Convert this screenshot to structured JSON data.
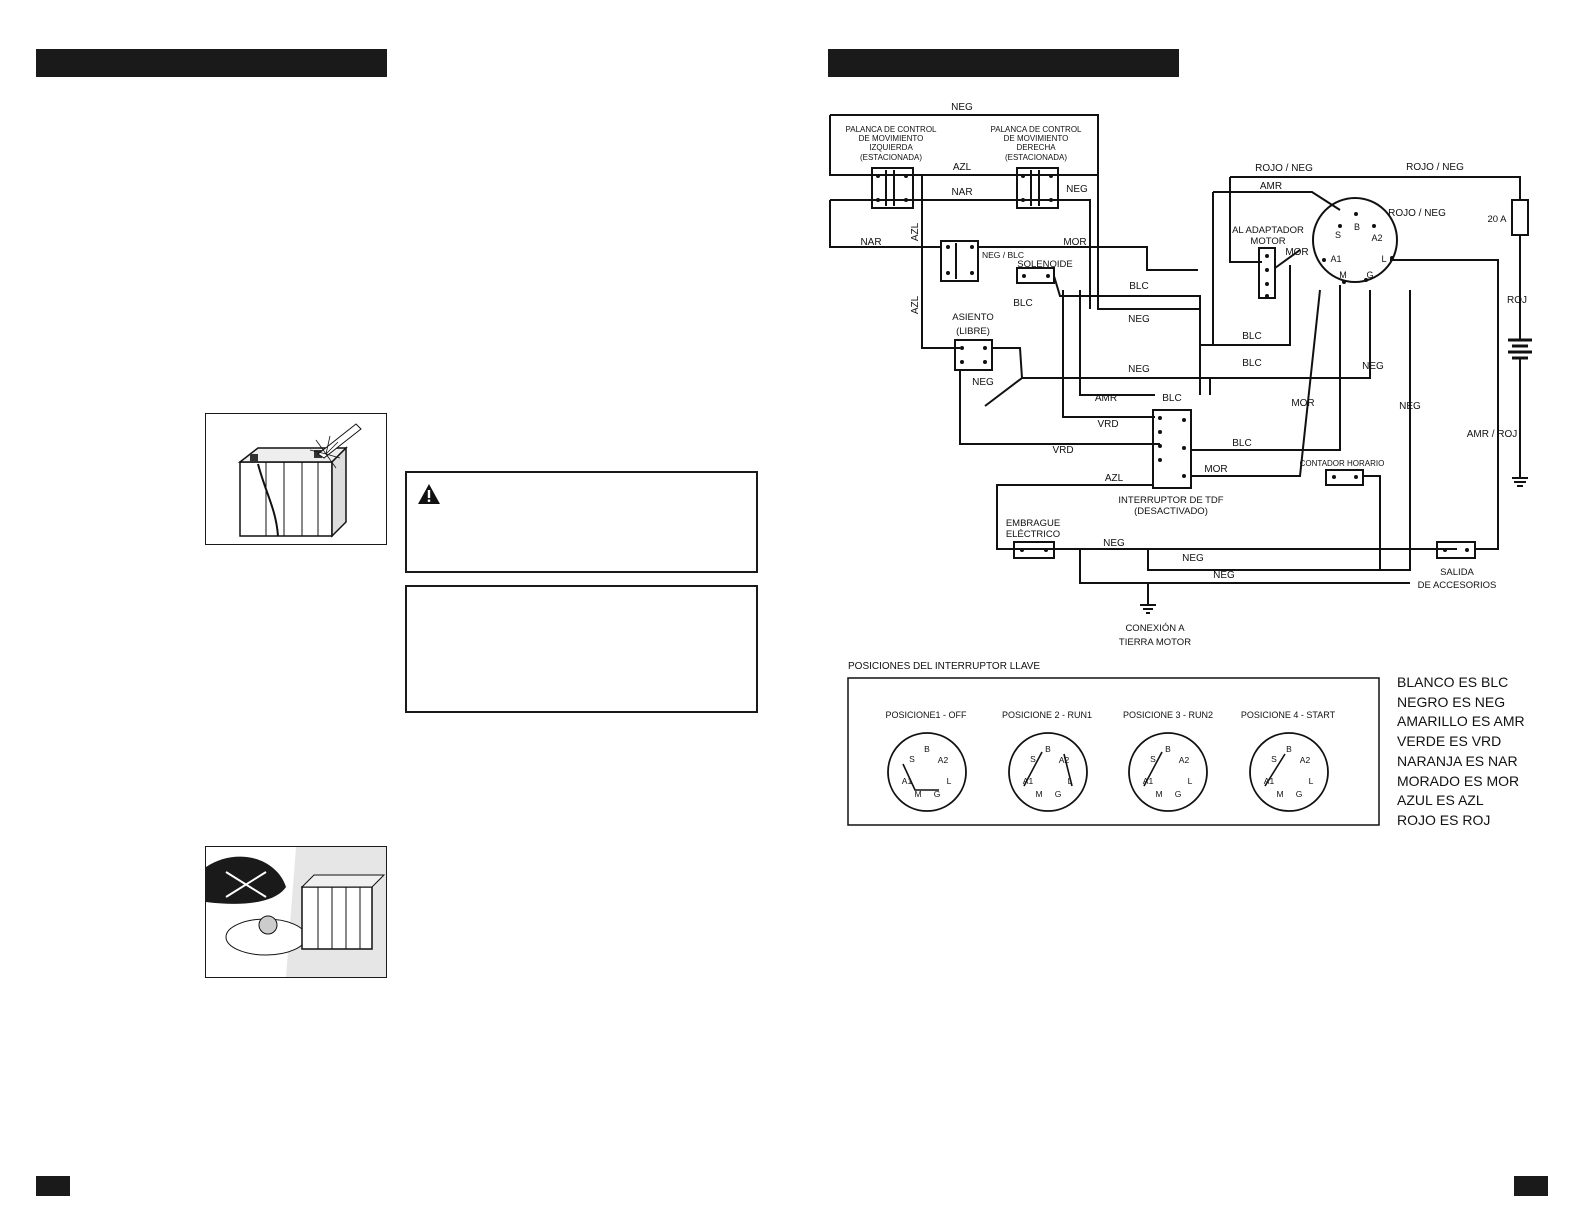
{
  "diagram": {
    "controls": {
      "left_lever": [
        "PALANCA DE CONTROL",
        "DE MOVIMIENTO",
        "IZQUIERDA",
        "(ESTACIONADA)"
      ],
      "right_lever": [
        "PALANCA DE CONTROL",
        "DE MOVIMIENTO",
        "DERECHA",
        "(ESTACIONADA)"
      ],
      "solenoid": "SOLENOIDE",
      "seat": [
        "ASIENTO",
        "(LIBRE)"
      ],
      "engine_adapter": [
        "AL ADAPTADOR",
        "MOTOR"
      ],
      "pto_switch": [
        "INTERRUPTOR DE TDF",
        "(DESACTIVADO)"
      ],
      "hour_meter": "CONTADOR HORARIO",
      "clutch": [
        "EMBRAGUE",
        "ELÉCTRICO"
      ],
      "accessory_outlet": [
        "SALIDA",
        "DE ACCESORIOS"
      ],
      "ground": [
        "CONEXIÓN A",
        "TIERRA MOTOR"
      ],
      "fuse": "20 A"
    },
    "wire_labels": {
      "neg_top": "NEG",
      "azl_top": "AZL",
      "nar_mid": "NAR",
      "neg_right_lever": "NEG",
      "nar_left": "NAR",
      "azl_vertical": "AZL",
      "azl_vertical2": "AZL",
      "mor_solenoid": "MOR",
      "neg_blc": "NEG / BLC",
      "blc_solenoid": "BLC",
      "blc_1": "BLC",
      "neg_1": "NEG",
      "blc_2": "BLC",
      "blc_3": "BLC",
      "neg_seat": "NEG",
      "neg_2": "NEG",
      "amr_1": "AMR",
      "blc_4": "BLC",
      "vrd_1": "VRD",
      "vrd_2": "VRD",
      "blc_5": "BLC",
      "mor_1": "MOR",
      "azl_1": "AZL",
      "mor_2": "MOR",
      "neg_3": "NEG",
      "neg_4": "NEG",
      "neg_5": "NEG",
      "neg_6": "NEG",
      "neg_7": "NEG",
      "rojo_neg_1": "ROJO / NEG",
      "rojo_neg_2": "ROJO / NEG",
      "rojo_neg_3": "ROJO / NEG",
      "amr_top": "AMR",
      "mor_adapter": "MOR",
      "roj": "ROJ",
      "amr_roj": "AMR / ROJ"
    },
    "key_switch_terminals": {
      "s": "S",
      "b": "B",
      "a2": "A2",
      "a1": "A1",
      "l": "L",
      "m": "M",
      "g": "G"
    },
    "positions_title": "POSICIONES DEL INTERRUPTOR LLAVE",
    "positions": [
      "POSICIONE1 - OFF",
      "POSICIONE 2 - RUN1",
      "POSICIONE 3 - RUN2",
      "POSICIONE 4 - START"
    ]
  },
  "legend": [
    "BLANCO ES BLC",
    "NEGRO ES NEG",
    "AMARILLO ES AMR",
    "VERDE ES VRD",
    "NARANJA ES NAR",
    "MORADO ES MOR",
    "AZUL ES AZL",
    "ROJO ES ROJ"
  ]
}
